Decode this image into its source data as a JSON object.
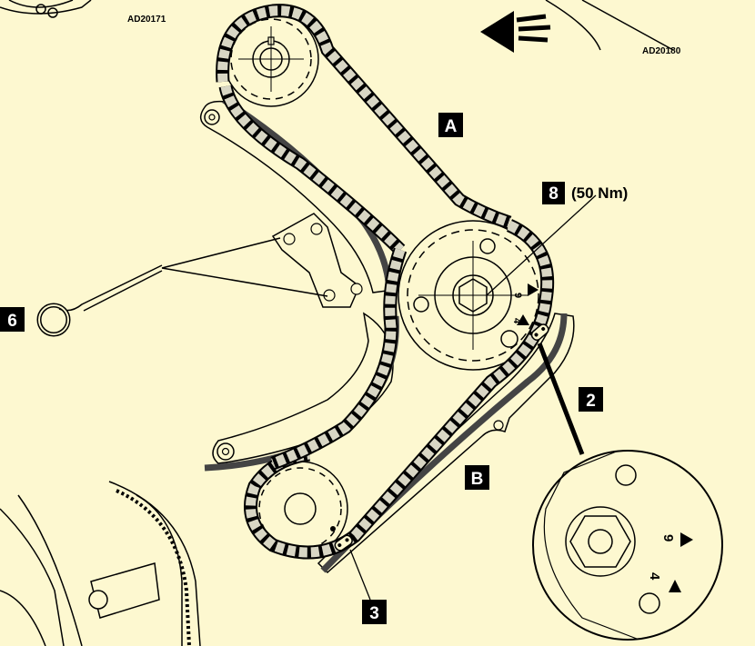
{
  "colors": {
    "background": "#fdf8d0",
    "ink": "#000000",
    "chain_link": "#d8d6c4",
    "guide": "#444444"
  },
  "references": {
    "top_left": "AD20171",
    "top_right": "AD20180"
  },
  "callouts": {
    "chain_a": "A",
    "chain_b": "B",
    "torque_item": "8",
    "torque_value": "(50 Nm)",
    "item_2": "2",
    "item_3": "3",
    "item_6": "6"
  },
  "sprocket_marks": {
    "mark_9": "9",
    "mark_4": "4"
  },
  "icons": {
    "direction": "arrow-left-icon",
    "tool": "locking-pin-icon"
  }
}
